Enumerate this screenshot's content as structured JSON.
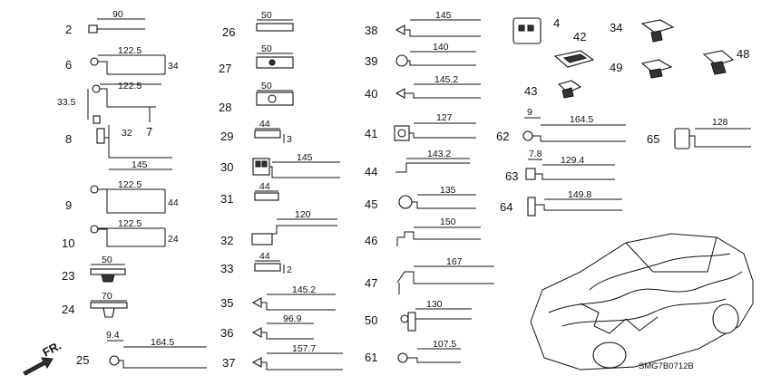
{
  "drawing_code": "SMG7B0712B",
  "direction_label": "FR.",
  "parts": [
    {
      "ref": "2",
      "dims": [
        "90"
      ]
    },
    {
      "ref": "6",
      "dims": [
        "122.5",
        "34"
      ]
    },
    {
      "ref": "7",
      "dims": [
        "122.5",
        "33.5"
      ]
    },
    {
      "ref": "8",
      "dims": [
        "32",
        "145"
      ]
    },
    {
      "ref": "9",
      "dims": [
        "122.5",
        "44"
      ]
    },
    {
      "ref": "10",
      "dims": [
        "122.5",
        "24"
      ]
    },
    {
      "ref": "23",
      "dims": [
        "50"
      ]
    },
    {
      "ref": "24",
      "dims": [
        "70"
      ]
    },
    {
      "ref": "25",
      "dims": [
        "9.4",
        "164.5"
      ]
    },
    {
      "ref": "26",
      "dims": [
        "50"
      ]
    },
    {
      "ref": "27",
      "dims": [
        "50"
      ]
    },
    {
      "ref": "28",
      "dims": [
        "50"
      ]
    },
    {
      "ref": "29",
      "dims": [
        "44",
        "3"
      ]
    },
    {
      "ref": "30",
      "dims": [
        "145"
      ]
    },
    {
      "ref": "31",
      "dims": [
        "44"
      ]
    },
    {
      "ref": "32",
      "dims": [
        "120"
      ]
    },
    {
      "ref": "33",
      "dims": [
        "44",
        "2"
      ]
    },
    {
      "ref": "35",
      "dims": [
        "145.2"
      ]
    },
    {
      "ref": "36",
      "dims": [
        "96.9"
      ]
    },
    {
      "ref": "37",
      "dims": [
        "157.7"
      ]
    },
    {
      "ref": "38",
      "dims": [
        "145"
      ]
    },
    {
      "ref": "39",
      "dims": [
        "140"
      ]
    },
    {
      "ref": "40",
      "dims": [
        "145.2"
      ]
    },
    {
      "ref": "41",
      "dims": [
        "127"
      ]
    },
    {
      "ref": "44",
      "dims": [
        "143.2"
      ]
    },
    {
      "ref": "45",
      "dims": [
        "135"
      ]
    },
    {
      "ref": "46",
      "dims": [
        "150"
      ]
    },
    {
      "ref": "47",
      "dims": [
        "167"
      ]
    },
    {
      "ref": "50",
      "dims": [
        "130"
      ]
    },
    {
      "ref": "61",
      "dims": [
        "107.5"
      ]
    },
    {
      "ref": "4",
      "dims": []
    },
    {
      "ref": "42",
      "dims": []
    },
    {
      "ref": "43",
      "dims": []
    },
    {
      "ref": "34",
      "dims": []
    },
    {
      "ref": "48",
      "dims": []
    },
    {
      "ref": "49",
      "dims": []
    },
    {
      "ref": "62",
      "dims": [
        "9",
        "164.5"
      ]
    },
    {
      "ref": "63",
      "dims": [
        "7.8",
        "129.4"
      ]
    },
    {
      "ref": "64",
      "dims": [
        "149.8"
      ]
    },
    {
      "ref": "65",
      "dims": [
        "128"
      ]
    }
  ]
}
